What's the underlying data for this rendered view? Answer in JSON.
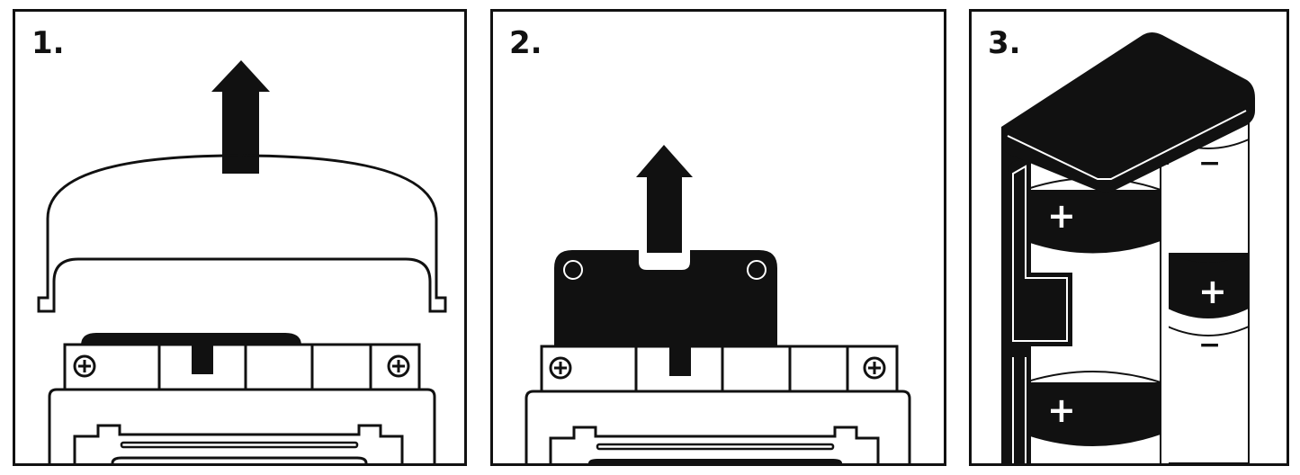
{
  "steps": [
    {
      "label": "1."
    },
    {
      "label": "2."
    },
    {
      "label": "3."
    }
  ],
  "battery_signs": {
    "plus": "+",
    "minus": "−"
  }
}
